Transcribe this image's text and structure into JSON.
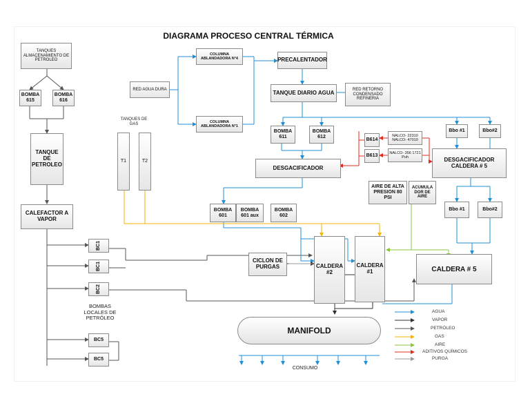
{
  "title": "DIAGRAMA PROCESO CENTRAL TÉRMICA",
  "colors": {
    "agua": "#1f8fd8",
    "vapor": "#303030",
    "petroleo": "#555555",
    "gas": "#f5b400",
    "aire": "#8cc63f",
    "aditivos": "#e8281d",
    "purga": "#999999"
  },
  "nodes": {
    "tanque_almac": "TANQUES ALMACENAMIENTO DE PETROLEO",
    "bomba615": "BOMBA 615",
    "bomba616": "BOMBA 616",
    "tanque_petroleo": "TANQUE DE PETROLEO",
    "calefactor": "CALEFACTOR A VAPOR",
    "bc1a": "BC1",
    "bc1b": "BC1",
    "bc2": "BC2",
    "bc5a": "BC5",
    "bc5b": "BC5",
    "bombas_locales": "BOMBAS LOCALES DE PETRÓLEO",
    "tanques_gas": "TANQUES DE GAS",
    "t1": "T1",
    "t2": "T2",
    "red_agua_dura": "RED AGUA DURA",
    "col4": "COLUMNA ABLANDADORA N°4",
    "col1": "COLUMNA ABLANDADORA N°1",
    "precalentador": "PRECALENTADOR",
    "tanque_diario": "TANQUE DIARIO AGUA",
    "red_retorno": "RED RETORNO CONDENSADO REFINERIA",
    "bomba611": "BOMBA 611",
    "bomba612": "BOMBA 612",
    "desgacificador": "DESGACIFICADOR",
    "bomba601": "BOMBA 601",
    "bomba601aux": "BOMBA 601 aux",
    "bomba602": "BOMBA 602",
    "b614": "B614",
    "b613": "B613",
    "nalco1": "NALCO- 22310 NALCO- 47010",
    "nalco2": "NALCO- 356 1721 Puh",
    "bbo1_top": "Bbo #1",
    "bbo2_top": "Bbo#2",
    "desgac5": "DESGACIFICADOR CALDERA # 5",
    "aire_alta": "AIRE DE ALTA PRESION 80 PSI",
    "acumulador": "ACUMULA DOR DE AIRE",
    "bbo1_low": "Bbo #1",
    "bbo2_low": "Bbo#2",
    "ciclon": "CICLON DE PURGAS",
    "caldera2": "CALDERA #2",
    "caldera1": "CALDERA #1",
    "caldera5": "CALDERA # 5",
    "manifold": "MANIFOLD",
    "consumo": "CONSUMO"
  },
  "legend": [
    {
      "label": "AGUA",
      "color": "#1f8fd8"
    },
    {
      "label": "VAPOR",
      "color": "#303030"
    },
    {
      "label": "PETRÓLEO",
      "color": "#555555"
    },
    {
      "label": "GAS",
      "color": "#f5b400"
    },
    {
      "label": "AIRE",
      "color": "#8cc63f"
    },
    {
      "label": "ADITIVOS QUÍMICOS",
      "color": "#e8281d"
    },
    {
      "label": "PURGA",
      "color": "#999999"
    }
  ]
}
